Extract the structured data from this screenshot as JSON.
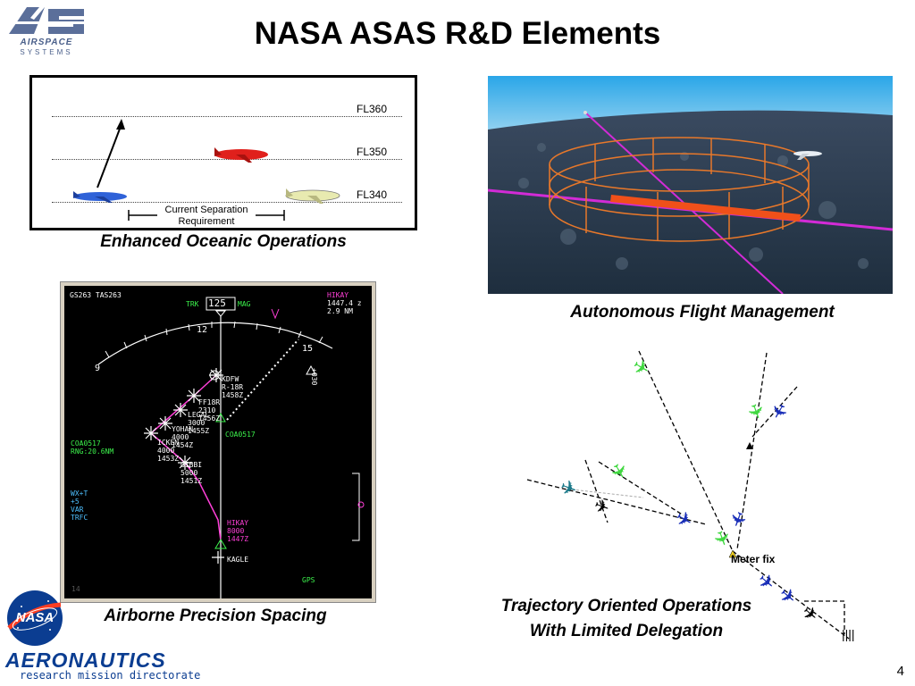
{
  "header": {
    "title": "NASA ASAS R&D Elements",
    "logo": {
      "icon": "airspace-systems-logo",
      "letters": "AS",
      "text": "AIRSPACE",
      "subtext": "SYSTEMS"
    }
  },
  "panels": {
    "oceanic": {
      "caption": "Enhanced Oceanic Operations",
      "flight_levels": [
        "FL360",
        "FL350",
        "FL340"
      ],
      "separation_label": "Current Separation Requirement"
    },
    "afm": {
      "caption": "Autonomous Flight Management"
    },
    "aps": {
      "caption": "Airborne Precision Spacing",
      "display": {
        "gs_tas": "GS263 TAS263",
        "trk": "TRK",
        "heading": "125",
        "mag": "MAG",
        "waypoint": "HIKAY",
        "eta": "1447.4 z",
        "dist": "2.9 NM",
        "compass": [
          "9",
          "12",
          "15"
        ],
        "fixes": {
          "kdfw": "KDFW\nR-18R\n1458Z",
          "ff18r": "FF18R\n2310\n1456Z",
          "legal": "LEGAL\n3000\n1455Z",
          "yohan": "YOHAN\n4000\n1454Z",
          "icken": "ICKEN\n4000\n1453Z",
          "gibbi": "GIBBI\n5000\n1451Z",
          "hikay": "HIKAY\n8000\n1447Z",
          "kagle": "KAGLE",
          "coa_traffic": "COA0517",
          "traffic_alt": "+030"
        },
        "lead_info": "COA0517\nRNG:20.6NM",
        "wx_panel": "WX+T\n+5\nVAR\nTRFC",
        "range": "14",
        "gps": "GPS"
      }
    },
    "too": {
      "caption_line1": "Trajectory Oriented Operations",
      "caption_line2": "With Limited Delegation",
      "meter_fix": "Meter fix"
    }
  },
  "footer": {
    "nasa_logo": "NASA",
    "aeronautics": "AERONAUTICS",
    "directorate": "research mission directorate",
    "page_number": "4"
  },
  "colors": {
    "aircraft_green": "#40d840",
    "aircraft_blue": "#1a2fb8",
    "aircraft_teal": "#1c7a8a",
    "cylinder_orange": "#e8782a",
    "trajectory_magenta": "#d22bd6"
  }
}
